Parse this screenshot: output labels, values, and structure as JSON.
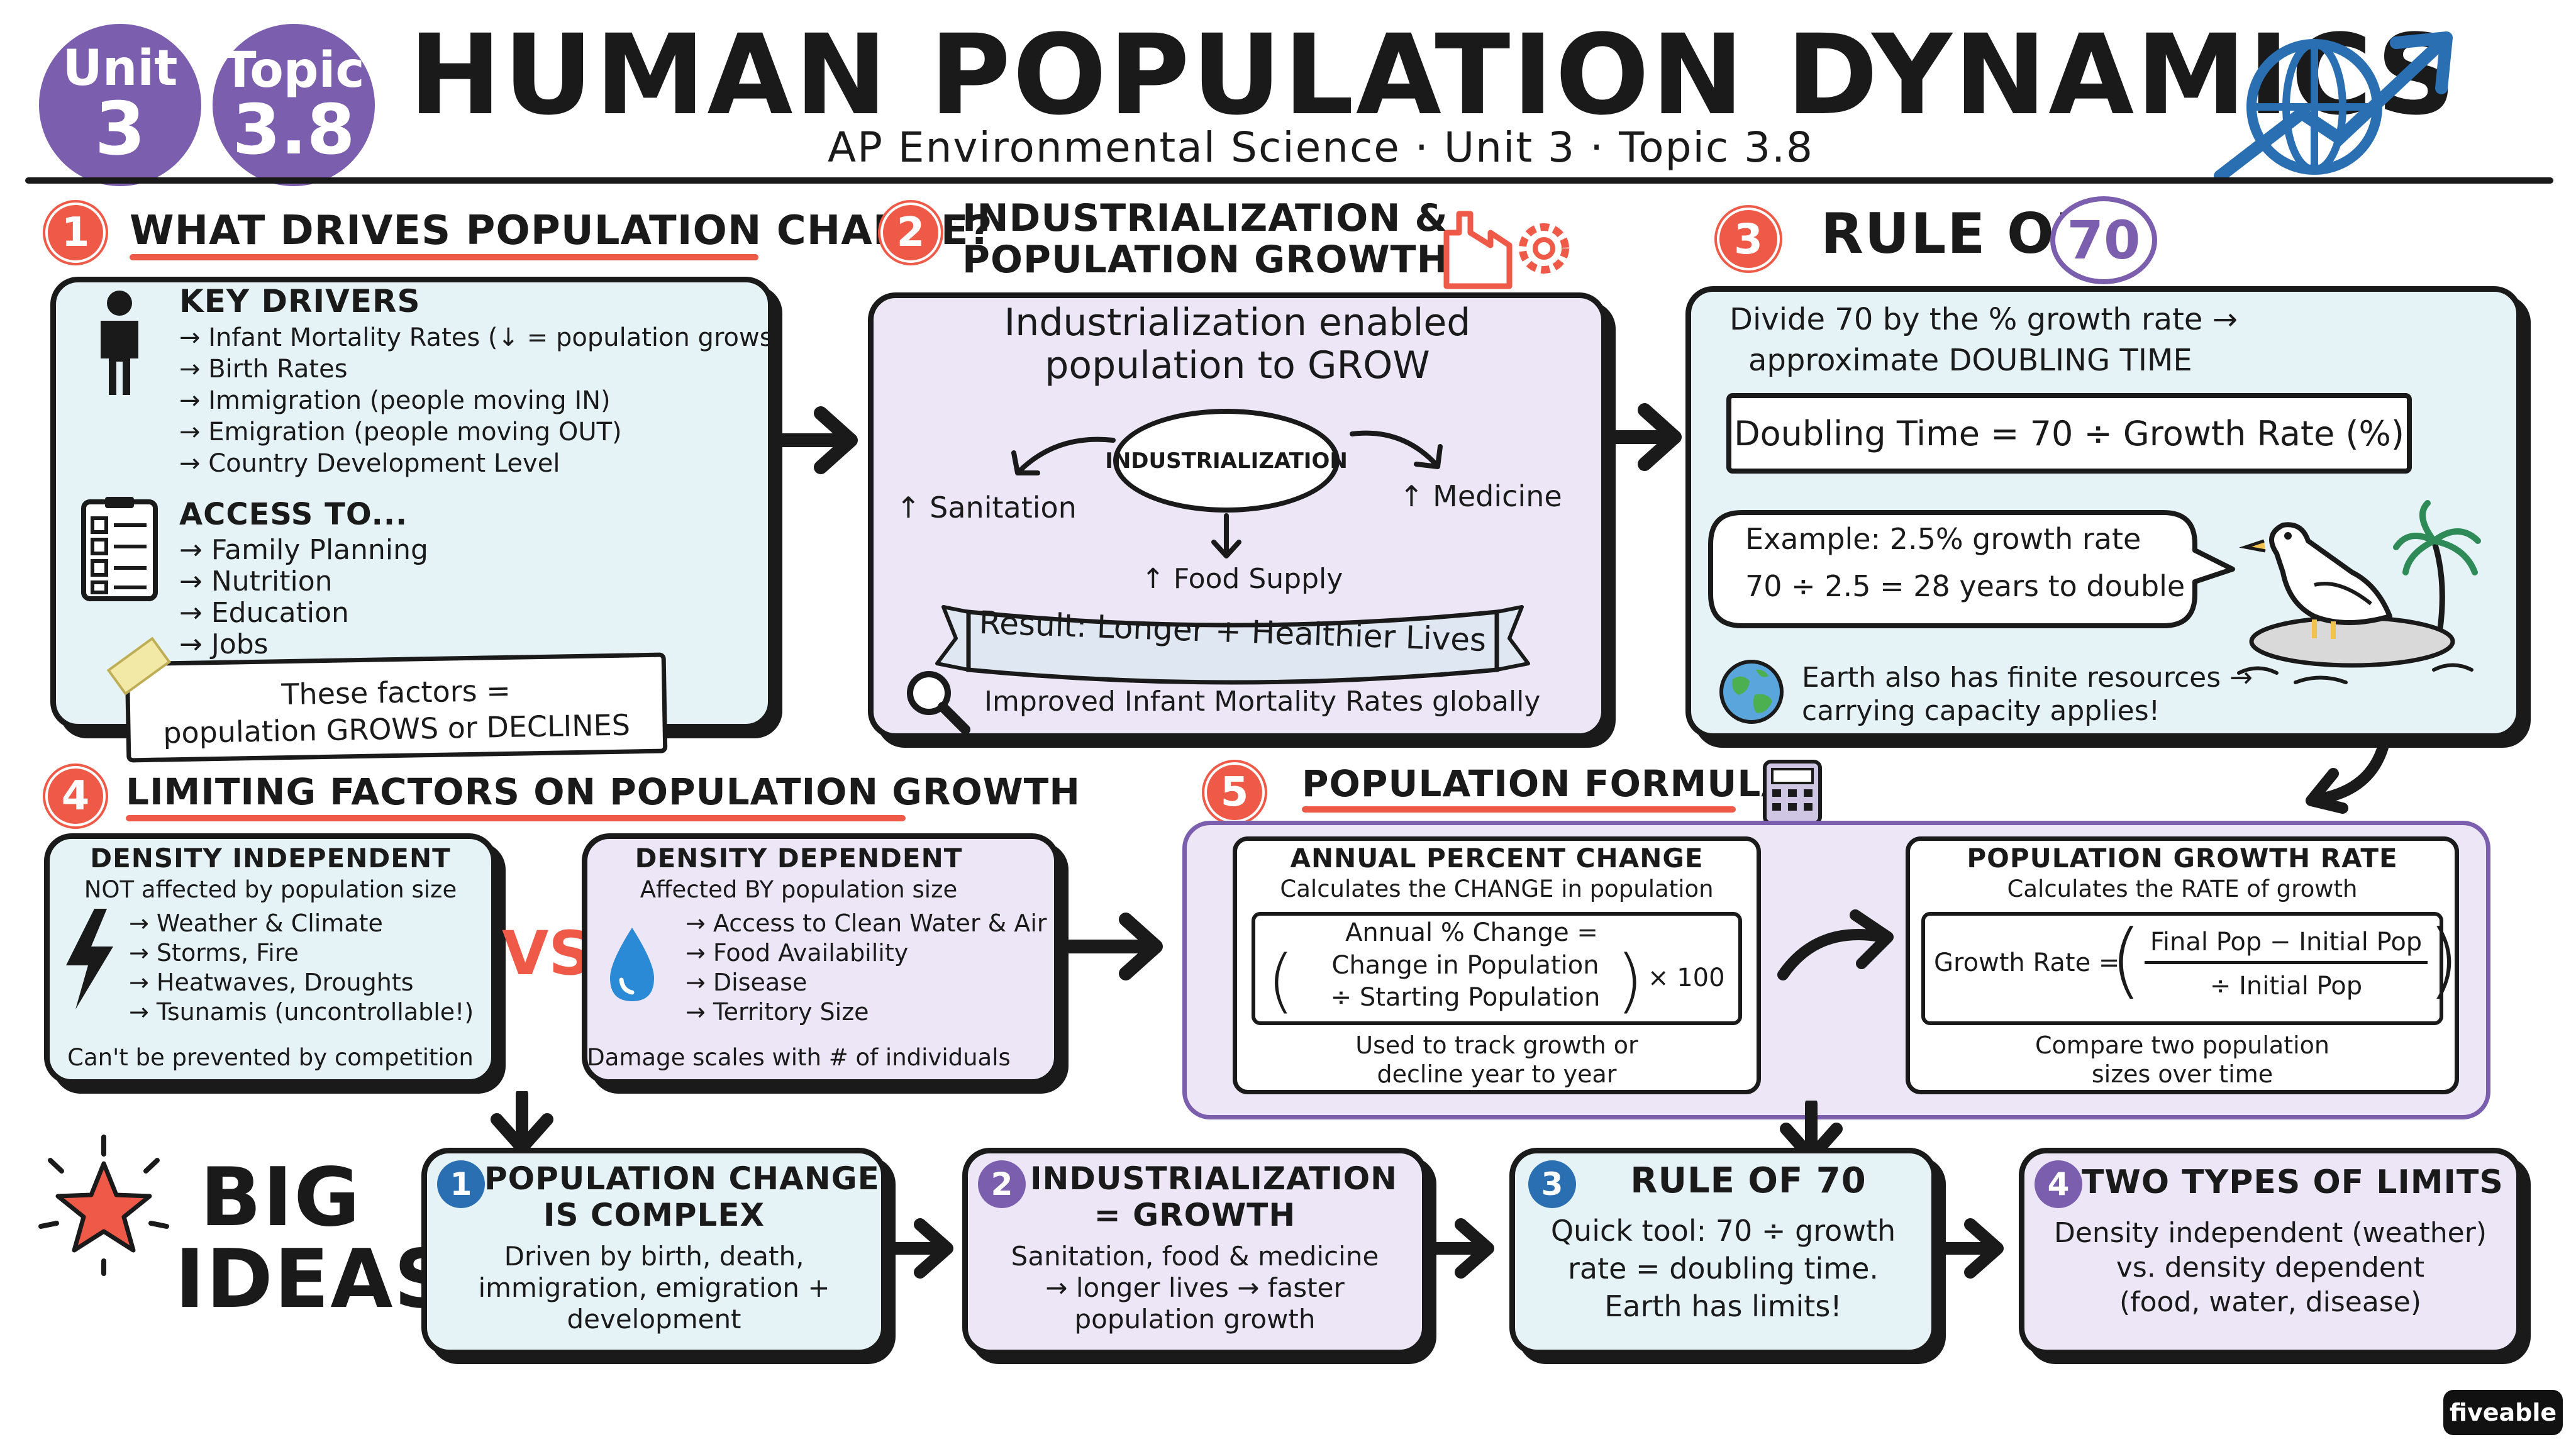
{
  "header": {
    "unit_label": "Unit",
    "unit_num": "3",
    "topic_label": "Topic",
    "topic_num": "3.8",
    "title": "HUMAN POPULATION DYNAMICS",
    "subtitle": "AP Environmental Science · Unit 3 · Topic 3.8"
  },
  "s1": {
    "num": "1",
    "title": "WHAT DRIVES POPULATION CHANGE?",
    "key_title": "KEY DRIVERS",
    "key": [
      "→ Infant Mortality Rates (↓ = population grows)",
      "→ Birth Rates",
      "→ Immigration (people moving IN)",
      "→ Emigration (people moving OUT)",
      "→ Country Development Level"
    ],
    "access_title": "ACCESS TO...",
    "access": [
      "→ Family Planning",
      "→ Nutrition",
      "→ Education",
      "→ Jobs"
    ],
    "note1": "These factors =",
    "note2": "population GROWS or DECLINES"
  },
  "s2": {
    "num": "2",
    "title1": "INDUSTRIALIZATION &",
    "title2": "POPULATION GROWTH",
    "headline1": "Industrialization enabled",
    "headline2": "population to GROW",
    "center": "INDUSTRIALIZATION",
    "left": "↑ Sanitation",
    "right": "↑ Medicine",
    "bottom": "↑ Food Supply",
    "result": "Result: Longer + Healthier Lives",
    "footer": "Improved Infant Mortality Rates globally"
  },
  "s3": {
    "num": "3",
    "title": "RULE OF",
    "title_num": "70",
    "intro1": "Divide 70 by the % growth rate →",
    "intro2": "approximate DOUBLING TIME",
    "formula": "Doubling Time = 70 ÷ Growth Rate (%)",
    "ex1": "Example: 2.5% growth rate",
    "ex2": "70 ÷ 2.5 = 28 years to double",
    "foot1": "Earth also has finite resources →",
    "foot2": "carrying capacity applies!"
  },
  "s4": {
    "num": "4",
    "title": "LIMITING FACTORS ON POPULATION GROWTH",
    "di_title": "DENSITY INDEPENDENT",
    "di_sub": "NOT affected by population size",
    "di_list": [
      "→ Weather & Climate",
      "→ Storms, Fire",
      "→ Heatwaves, Droughts",
      "→ Tsunamis (uncontrollable!)"
    ],
    "di_foot": "Can't be prevented by competition",
    "vs": "VS",
    "dd_title": "DENSITY DEPENDENT",
    "dd_sub": "Affected BY population size",
    "dd_list": [
      "→ Access to Clean Water & Air",
      "→ Food Availability",
      "→ Disease",
      "→ Territory Size"
    ],
    "dd_foot": "Damage scales with # of individuals"
  },
  "s5": {
    "num": "5",
    "title": "POPULATION FORMULAS",
    "apc_title": "ANNUAL PERCENT CHANGE",
    "apc_sub": "Calculates the CHANGE in population",
    "apc_f1": "Annual % Change =",
    "apc_f2": "Change in Population",
    "apc_f3": "÷ Starting Population",
    "apc_f4": "× 100",
    "apc_foot1": "Used to track growth or",
    "apc_foot2": "decline year to year",
    "pgr_title": "POPULATION GROWTH RATE",
    "pgr_sub": "Calculates the RATE of growth",
    "pgr_lhs": "Growth Rate =",
    "pgr_num": "Final Pop − Initial Pop",
    "pgr_den": "÷ Initial Pop",
    "pgr_foot1": "Compare two population",
    "pgr_foot2": "sizes over time"
  },
  "big": {
    "big": "BIG",
    "ideas": "IDEAS",
    "cards": [
      {
        "num": "1",
        "t1": "POPULATION CHANGE",
        "t2": "IS COMPLEX",
        "b1": "Driven by birth, death,",
        "b2": "immigration, emigration +",
        "b3": "development"
      },
      {
        "num": "2",
        "t1": "INDUSTRIALIZATION",
        "t2": "= GROWTH",
        "b1": "Sanitation, food & medicine",
        "b2": "→ longer lives → faster",
        "b3": "population growth"
      },
      {
        "num": "3",
        "t1": "RULE OF 70",
        "t2": "",
        "b1": "Quick tool: 70 ÷ growth",
        "b2": "rate = doubling time.",
        "b3": "Earth has limits!"
      },
      {
        "num": "4",
        "t1": "TWO TYPES OF LIMITS",
        "t2": "",
        "b1": "Density independent (weather)",
        "b2": "vs. density dependent",
        "b3": "(food, water, disease)"
      }
    ]
  },
  "brand": "fiveable"
}
